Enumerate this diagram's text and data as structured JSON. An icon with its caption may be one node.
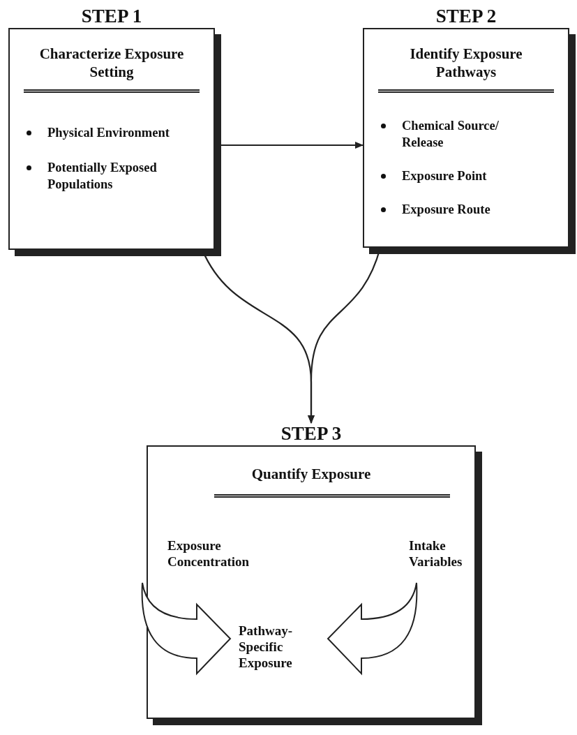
{
  "diagram": {
    "nodes": [
      {
        "text": [
          "STEP 1",
          "Characterize Exposure Setting",
          "Physical Environment",
          "Potentially Exposed Populations"
        ]
      },
      {
        "text": [
          "STEP 2",
          "Identify Exposure Pathways",
          "Chemical Source/ Release",
          "Exposure Point",
          "Exposure Route"
        ]
      },
      {
        "text": [
          "STEP 3",
          "Quantify Exposure"
        ]
      },
      {
        "text": [
          "Exposure Concentration"
        ],
        "in": 2
      },
      {
        "text": [
          "Intake Variables"
        ],
        "in": 2
      },
      {
        "text": [
          "Pathway- Specific Exposure"
        ],
        "in": 2
      }
    ],
    "edges": [
      {
        "from": 0,
        "to": 1,
        "arrow": "to"
      },
      {
        "from": 0,
        "to": 2,
        "arrow": "to"
      },
      {
        "from": 1,
        "to": 2,
        "arrow": "to"
      },
      {
        "from": 3,
        "to": 5,
        "arrow": "to",
        "style": "thick"
      },
      {
        "from": 4,
        "to": 5,
        "arrow": "to",
        "style": "thick"
      }
    ]
  }
}
